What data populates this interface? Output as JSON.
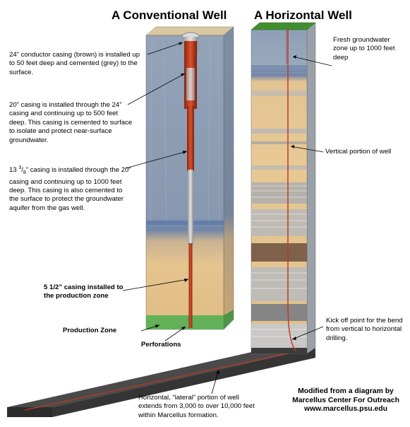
{
  "titles": {
    "conventional": "A Conventional Well",
    "horizontal": "A Horizontal Well"
  },
  "labels": {
    "conductor": "24” conductor casing (brown) is installed up to 50 feet deep and cemented (grey) to the surface.",
    "casing20": "20” casing is installed through the 24” casing and continuing up to 500 feet deep. This casing is cemented to surface to isolate and protect near-surface groundwater.",
    "casing13_main": "13 ",
    "casing13_frac_num": "3",
    "casing13_frac_den": "8",
    "casing13_rest": "” casing is installed through the 20” casing and continuing up to 1000 feet deep. This casing is also cemented to the surface to protect the groundwater aquifer from the gas well.",
    "casing5": "5 1/2” casing installed to the production zone",
    "production_zone": "Production Zone",
    "perforations": "Perforations",
    "groundwater": "Fresh groundwater zone up to 1000 feet deep",
    "vertical_portion": "Vertical portion of well",
    "kickoff": "Kick off point for the bend from vertical to horizontal drilling.",
    "lateral": "Horizontal, “lateral” portion of well extends from 3,000 to over 10,000 feet within Marcellus formation."
  },
  "credit": {
    "line1": "Modified from a diagram by",
    "line2": "Marcellus Center For Outreach",
    "line3": "www.marcellus.psu.edu"
  },
  "colors": {
    "sky_blue_gray": "#8e9fb6",
    "sandstone": "#e6c48f",
    "conductor_brown": "#c0391c",
    "cement_grey": "#b5b5b5",
    "production_green": "#4caf50",
    "grass_green": "#3f8f2f",
    "marcellus_dark": "#3b3b3b"
  }
}
